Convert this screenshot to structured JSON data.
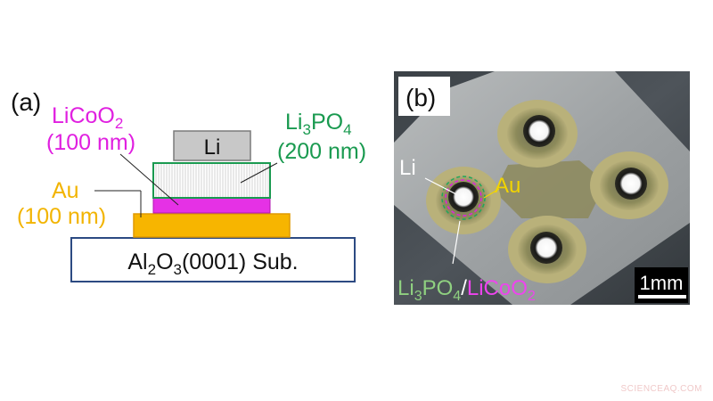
{
  "panel_a": {
    "tag": "(a)",
    "licoo2": {
      "formula_pre": "LiCoO",
      "formula_sub": "2",
      "thickness": "(100 nm)",
      "color": "#e020e0"
    },
    "li3po4": {
      "formula_pre": "Li",
      "formula_sub1": "3",
      "formula_mid": "PO",
      "formula_sub2": "4",
      "thickness": "(200 nm)",
      "color": "#1a9a50"
    },
    "li": {
      "label": "Li"
    },
    "au": {
      "label": "Au",
      "thickness": "(100 nm)",
      "color": "#f2b400"
    },
    "substrate": {
      "pre": "Al",
      "sub1": "2",
      "mid": "O",
      "sub2": "3",
      "post": "(0001) Sub.",
      "border_color": "#2c4a82"
    }
  },
  "panel_b": {
    "tag": "(b)",
    "li_label": "Li",
    "au_label": "Au",
    "bottom_label": {
      "pre": "Li",
      "sub1": "3",
      "mid": "PO",
      "sub2": "4",
      "slash": "/",
      "licoo": "LiCoO",
      "sub3": "2"
    },
    "scale_bar": "1mm"
  },
  "watermark": "SCIENCEAQ.COM"
}
